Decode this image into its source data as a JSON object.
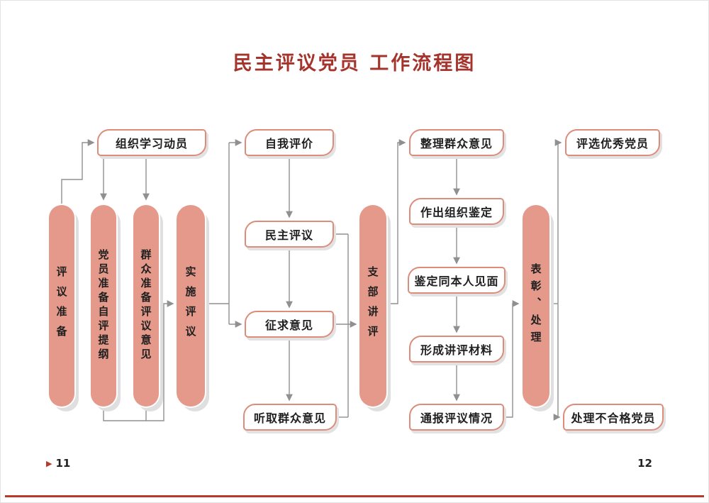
{
  "page": {
    "title": "民主评议党员 工作流程图"
  },
  "footer": {
    "left_marker": "▶",
    "left_number": "11",
    "right_number": "12"
  },
  "colors": {
    "accent_red": "#a5352c",
    "pill_fill": "#e5998a",
    "box_border": "#dd8c7c",
    "connector_gray": "#909090",
    "footer_rule_red": "#b93a2b"
  },
  "flow": {
    "stages": [
      {
        "label": "评议准备"
      },
      {
        "label": "党员准备自评提纲"
      },
      {
        "label": "群众准备评议意见"
      },
      {
        "label": "实施评议"
      },
      {
        "label": "支部讲评"
      },
      {
        "label": "表彰、处理"
      }
    ],
    "steps": [
      {
        "label": "组织学习动员"
      },
      {
        "label": "自我评价"
      },
      {
        "label": "民主评议"
      },
      {
        "label": "征求意见"
      },
      {
        "label": "听取群众意见"
      },
      {
        "label": "整理群众意见"
      },
      {
        "label": "作出组织鉴定"
      },
      {
        "label": "鉴定同本人见面"
      },
      {
        "label": "形成讲评材料"
      },
      {
        "label": "通报评议情况"
      },
      {
        "label": "评选优秀党员"
      },
      {
        "label": "处理不合格党员"
      }
    ],
    "edges": [
      {
        "from": "评议准备",
        "to": "组织学习动员"
      },
      {
        "from": "组织学习动员",
        "to": "党员准备自评提纲"
      },
      {
        "from": "组织学习动员",
        "to": "群众准备评议意见"
      },
      {
        "from": "党员准备自评提纲",
        "to": "实施评议"
      },
      {
        "from": "群众准备评议意见",
        "to": "实施评议"
      },
      {
        "from": "实施评议",
        "to": "自我评价"
      },
      {
        "from": "实施评议",
        "to": "征求意见"
      },
      {
        "from": "自我评价",
        "to": "民主评议"
      },
      {
        "from": "民主评议",
        "to": "征求意见"
      },
      {
        "from": "征求意见",
        "to": "听取群众意见"
      },
      {
        "from": "民主评议",
        "to": "支部讲评"
      },
      {
        "from": "征求意见",
        "to": "支部讲评"
      },
      {
        "from": "听取群众意见",
        "to": "支部讲评"
      },
      {
        "from": "支部讲评",
        "to": "整理群众意见"
      },
      {
        "from": "整理群众意见",
        "to": "作出组织鉴定"
      },
      {
        "from": "作出组织鉴定",
        "to": "鉴定同本人见面"
      },
      {
        "from": "鉴定同本人见面",
        "to": "形成讲评材料"
      },
      {
        "from": "形成讲评材料",
        "to": "通报评议情况"
      },
      {
        "from": "通报评议情况",
        "to": "表彰、处理"
      },
      {
        "from": "表彰、处理",
        "to": "评选优秀党员"
      },
      {
        "from": "表彰、处理",
        "to": "处理不合格党员"
      }
    ]
  }
}
